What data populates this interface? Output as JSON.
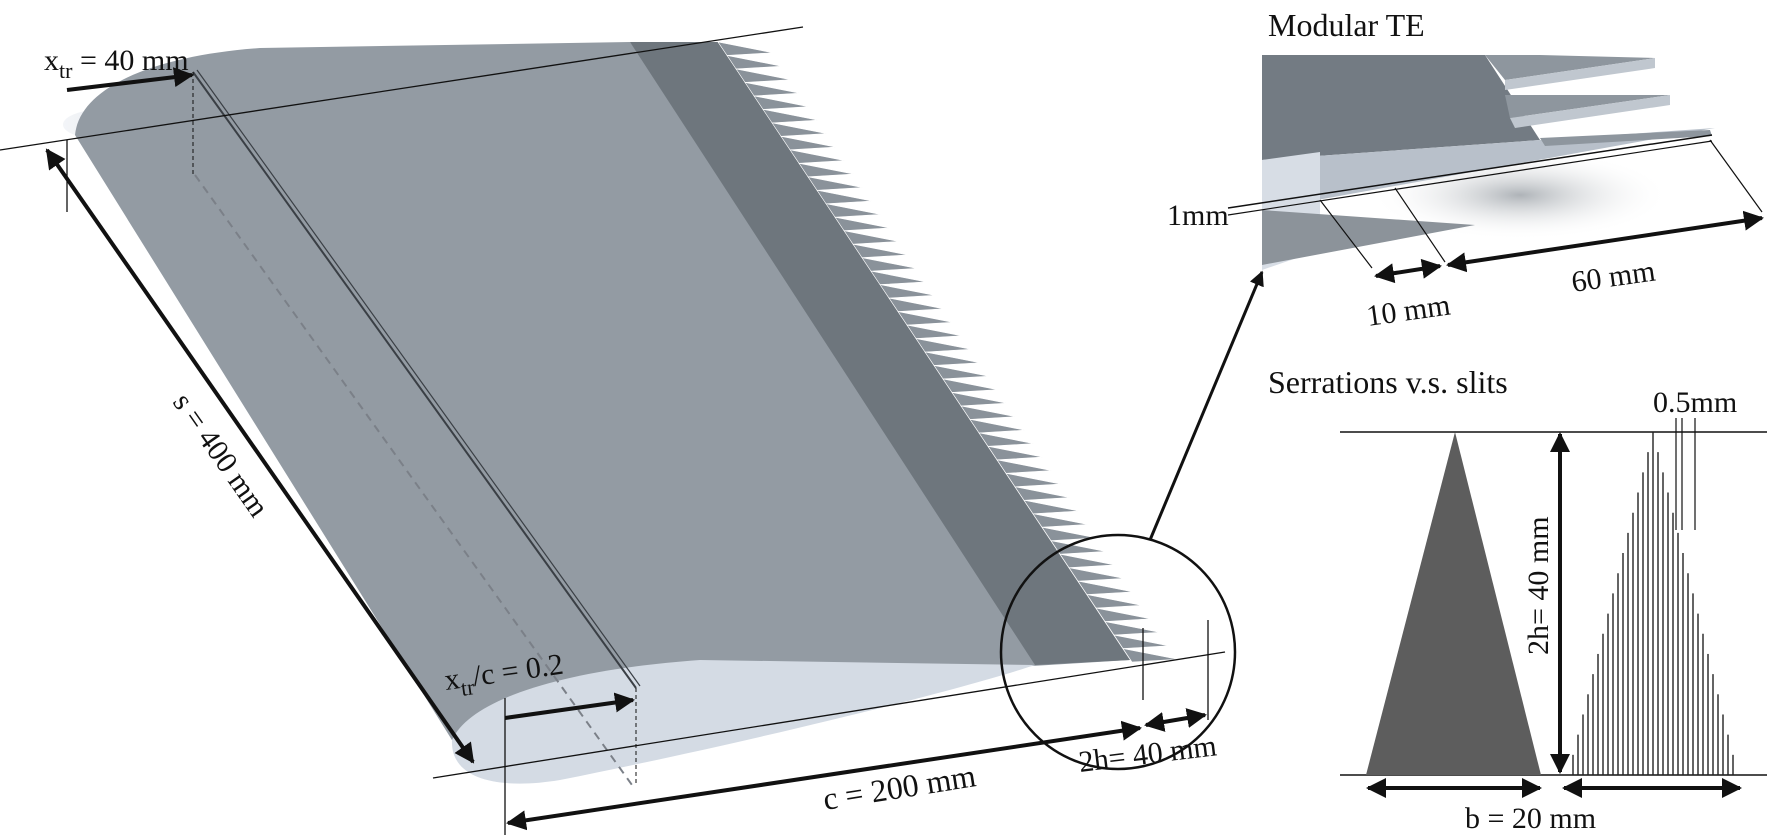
{
  "main_view": {
    "x_tr_label": {
      "base": "x",
      "sub": "tr",
      "rest": " = 40 mm"
    },
    "span_label": "s = 400 mm",
    "xtr_c_label": {
      "base": "x",
      "sub": "tr",
      "rest": "/c = 0.2"
    },
    "chord_label": "c = 200 mm",
    "serration_length_label": "2h= 40 mm"
  },
  "modular_te": {
    "title": "Modular TE",
    "thickness_label": "1mm",
    "overlap_label": "10 mm",
    "length_label": "60 mm"
  },
  "serrations_vs_slits": {
    "title": "Serrations v.s. slits",
    "slit_width_label": "0.5mm",
    "height_label": "2h= 40 mm",
    "base_label": "b = 20 mm"
  },
  "colors": {
    "surface_main": "#939ba3",
    "surface_dark": "#6e767d",
    "leading_edge_light": "#e6eaf0",
    "underside_light": "#c9d1db",
    "serration_solid": "#5d5d5d",
    "line": "#111111"
  }
}
